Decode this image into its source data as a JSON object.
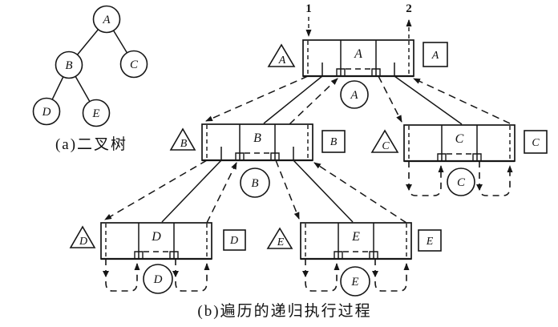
{
  "figure": {
    "tree": {
      "caption": "(a)二叉树",
      "nodes": [
        {
          "label": "A"
        },
        {
          "label": "B"
        },
        {
          "label": "C"
        },
        {
          "label": "D"
        },
        {
          "label": "E"
        }
      ]
    },
    "recursion": {
      "caption": "(b)遍历的递归执行过程",
      "entry_label": "1",
      "exit_label": "2",
      "frames": [
        {
          "letter": "A"
        },
        {
          "letter": "B"
        },
        {
          "letter": "C"
        },
        {
          "letter": "D"
        },
        {
          "letter": "E"
        }
      ]
    },
    "ink_color": "#161616",
    "background_color": "#ffffff"
  }
}
